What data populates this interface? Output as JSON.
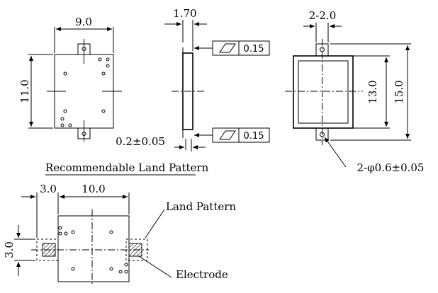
{
  "top_view": {
    "width_dim": "9.0",
    "height_dim": "11.0"
  },
  "side_view": {
    "thickness_dim": "1.70",
    "flatness_top": "0.15",
    "flatness_bottom": "0.15",
    "lead_thickness_dim": "0.2±0.05"
  },
  "right_view": {
    "lead_width_dim": "2-2.0",
    "body_length_dim": "13.0",
    "overall_length_dim": "15.0",
    "hole_dim": "2-φ0.6±0.05"
  },
  "land_pattern": {
    "title": "Recommendable Land Pattern",
    "pad_width_dim": "3.0",
    "pitch_dim": "10.0",
    "pad_height_dim": "3.0",
    "land_pattern_label": "Land Pattern",
    "electrode_label": "Electrode"
  }
}
